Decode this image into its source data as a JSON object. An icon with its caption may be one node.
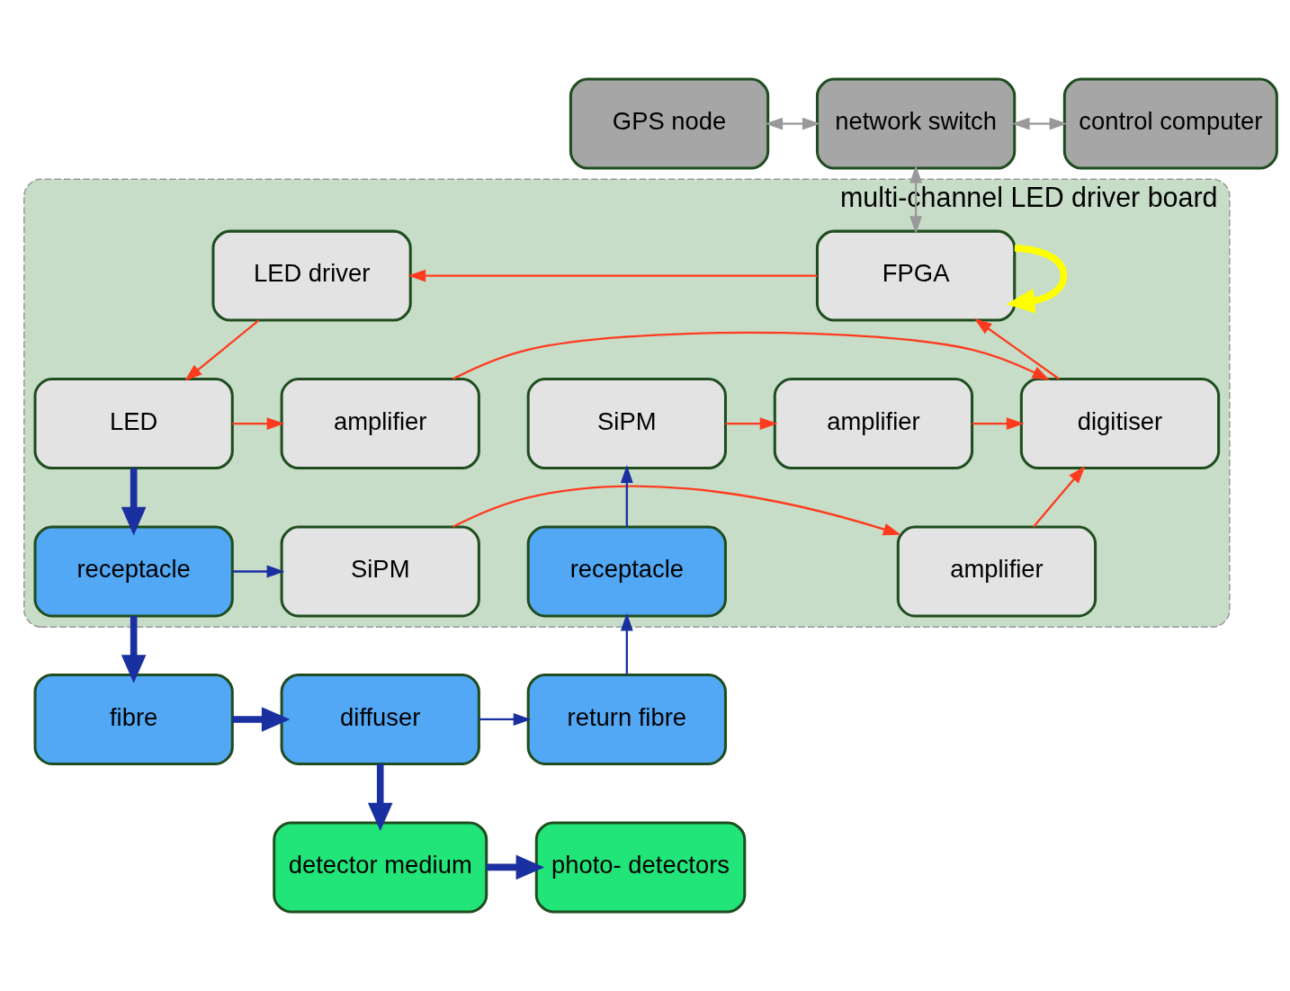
{
  "diagram": {
    "nodes": [
      {
        "text": [
          "GPS node"
        ]
      },
      {
        "text": [
          "network switch"
        ]
      },
      {
        "text": [
          "control computer"
        ]
      },
      {
        "text": [
          "multi-channel LED driver board"
        ]
      },
      {
        "text": [
          "LED driver"
        ],
        "in": 3
      },
      {
        "text": [
          "FPGA"
        ],
        "in": 3
      },
      {
        "text": [
          "LED"
        ],
        "in": 3
      },
      {
        "text": [
          "amplifier"
        ],
        "in": 3
      },
      {
        "text": [
          "digitiser"
        ],
        "in": 3
      },
      {
        "text": [
          "amplifier"
        ],
        "in": 3
      },
      {
        "text": [
          "SiPM"
        ],
        "in": 3
      },
      {
        "text": [
          "receptacle"
        ],
        "in": 3
      },
      {
        "text": [
          "SiPM"
        ],
        "in": 3
      },
      {
        "text": [
          "amplifier"
        ],
        "in": 3
      },
      {
        "text": [
          "receptacle"
        ],
        "in": 3
      },
      {
        "text": [
          "fibre"
        ]
      },
      {
        "text": [
          "diffuser"
        ]
      },
      {
        "text": [
          "return fibre"
        ]
      },
      {
        "text": [
          "detector medium"
        ]
      },
      {
        "text": [
          "photo- detectors"
        ]
      }
    ],
    "edges": [
      {
        "from": 0,
        "to": 1,
        "arrow": "both",
        "color": "#999999"
      },
      {
        "from": 1,
        "to": 2,
        "arrow": "both",
        "color": "#999999"
      },
      {
        "from": 1,
        "to": 5,
        "arrow": "both",
        "color": "#999999"
      },
      {
        "from": 5,
        "to": 4,
        "arrow": "to",
        "color": "#ff3b1f"
      },
      {
        "from": 4,
        "to": 6,
        "arrow": "to",
        "color": "#ff3b1f"
      },
      {
        "from": 6,
        "to": 7,
        "arrow": "to",
        "color": "#ff3b1f"
      },
      {
        "from": 7,
        "to": 8,
        "arrow": "to",
        "color": "#ff3b1f"
      },
      {
        "from": 9,
        "to": 8,
        "arrow": "to",
        "color": "#ff3b1f"
      },
      {
        "from": 10,
        "to": 9,
        "arrow": "to",
        "color": "#ff3b1f"
      },
      {
        "from": 8,
        "to": 5,
        "arrow": "to",
        "color": "#ff3b1f"
      },
      {
        "from": 13,
        "to": 8,
        "arrow": "to",
        "color": "#ff3b1f"
      },
      {
        "from": 12,
        "to": 13,
        "arrow": "to",
        "color": "#ff3b1f"
      },
      {
        "from": 11,
        "to": 12,
        "arrow": "to",
        "color": "#1a2fa0"
      },
      {
        "from": 6,
        "to": 11,
        "arrow": "to",
        "style": "thick",
        "color": "#1a2fa0"
      },
      {
        "from": 11,
        "to": 15,
        "arrow": "to",
        "style": "thick",
        "color": "#1a2fa0"
      },
      {
        "from": 15,
        "to": 16,
        "arrow": "to",
        "style": "thick",
        "color": "#1a2fa0"
      },
      {
        "from": 16,
        "to": 17,
        "arrow": "to",
        "color": "#1a2fa0"
      },
      {
        "from": 17,
        "to": 14,
        "arrow": "to",
        "color": "#1a2fa0"
      },
      {
        "from": 14,
        "to": 10,
        "arrow": "to",
        "color": "#1a2fa0"
      },
      {
        "from": 16,
        "to": 18,
        "arrow": "to",
        "style": "thick",
        "color": "#1a2fa0"
      },
      {
        "from": 18,
        "to": 19,
        "arrow": "to",
        "style": "thick",
        "color": "#1a2fa0"
      },
      {
        "from": 5,
        "to": 5,
        "arrow": "to",
        "style": "thick",
        "color": "#ffff00"
      }
    ]
  }
}
